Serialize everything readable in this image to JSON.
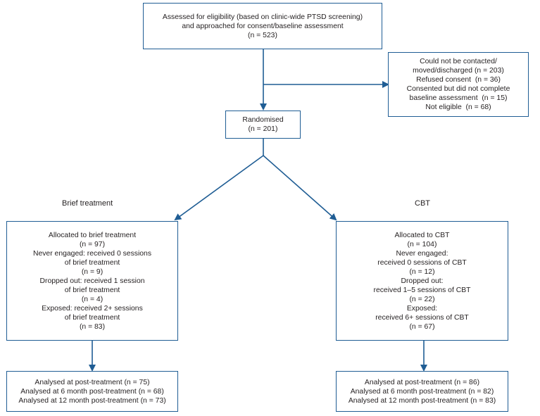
{
  "colors": {
    "box_border": "#1f5d94",
    "arrow": "#1f5d94",
    "text": "#231f20"
  },
  "eligibility": {
    "lines": [
      "Assessed for eligibility (based on clinic-wide PTSD screening)",
      "and approached for consent/baseline assessment",
      "(n = 523)"
    ]
  },
  "excluded": {
    "lines": [
      "Could not be contacted/",
      "moved/discharged (n = 203)",
      "Refused consent  (n = 36)",
      "Consented but did not complete",
      "baseline assessment  (n = 15)",
      "Not eligible  (n = 68)"
    ]
  },
  "randomised": {
    "lines": [
      "Randomised",
      "(n = 201)"
    ]
  },
  "arm_labels": {
    "left": "Brief treatment",
    "right": "CBT"
  },
  "brief_allocation": {
    "lines": [
      "Allocated to brief treatment",
      "(n = 97)",
      "Never engaged: received 0 sessions",
      "of brief treatment",
      "(n = 9)",
      "Dropped out: received 1 session",
      "of brief treatment",
      "(n = 4)",
      "Exposed: received 2+ sessions",
      "of brief treatment",
      "(n = 83)"
    ]
  },
  "cbt_allocation": {
    "lines": [
      "Allocated to CBT",
      "(n = 104)",
      "Never engaged:",
      "received 0 sessions of CBT",
      "(n = 12)",
      "Dropped out:",
      "received 1–5 sessions of CBT",
      "(n = 22)",
      "Exposed:",
      "received 6+ sessions of CBT",
      "(n = 67)"
    ]
  },
  "brief_analysed": {
    "lines": [
      "Analysed at post-treatment (n = 75)",
      "Analysed at 6 month post-treatment (n = 68)",
      "Analysed at 12 month post-treatment (n = 73)"
    ]
  },
  "cbt_analysed": {
    "lines": [
      "Analysed at post-treatment (n = 86)",
      "Analysed at 6 month post-treatment (n = 82)",
      "Analysed at 12 month post-treatment (n = 83)"
    ]
  }
}
